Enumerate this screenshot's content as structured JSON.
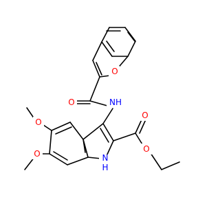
{
  "colors": {
    "background": "#ffffff",
    "bond": "#000000",
    "oxygen": "#ff0000",
    "nitrogen": "#0000ff"
  },
  "atoms": [
    {
      "id": "O_furan",
      "label": "O",
      "element": "oxygen"
    },
    {
      "id": "O_amide",
      "label": "O",
      "element": "oxygen"
    },
    {
      "id": "N_amide",
      "label": "NH",
      "element": "nitrogen"
    },
    {
      "id": "O_meo5",
      "label": "O",
      "element": "oxygen"
    },
    {
      "id": "O_meo6",
      "label": "O",
      "element": "oxygen"
    },
    {
      "id": "O_ester_carbonyl",
      "label": "O",
      "element": "oxygen"
    },
    {
      "id": "O_ester",
      "label": "O",
      "element": "oxygen"
    },
    {
      "id": "N_indole_H",
      "label": "H",
      "element": "nitrogen"
    },
    {
      "id": "N_indole",
      "label": "N",
      "element": "nitrogen"
    }
  ]
}
